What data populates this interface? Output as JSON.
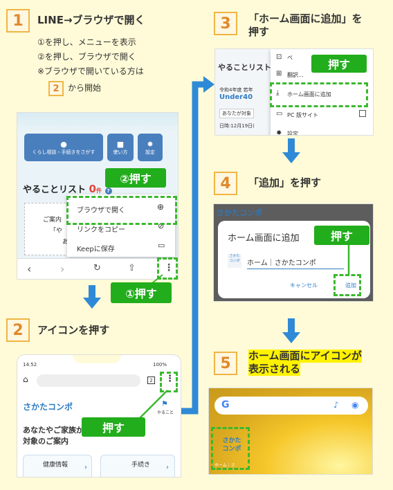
{
  "step1": {
    "num": "1",
    "title": "LINE→ブラウザで開く",
    "line1": "①を押し、メニューを表示",
    "line2": "②を押し、ブラウザで開く",
    "line3": "※ブラウザで開いている方は",
    "ref_num": "2",
    "line4": "から開始",
    "screen": {
      "tile1": "くらし相談・手続きをさがす",
      "tile2": "使い方",
      "tile3": "設定",
      "list_title": "やることリスト",
      "list_count": "0",
      "list_unit": "件",
      "menu_open_browser": "ブラウザで開く",
      "menu_copy_link": "リンクをコピー",
      "menu_keep": "Keepに保存",
      "bg_text1": "ご案内",
      "bg_text2": "「や",
      "bg_text3": "あ"
    },
    "label_push2": "②押す",
    "label_push1": "①押す"
  },
  "step2": {
    "num": "2",
    "title": "アイコンを押す",
    "screen": {
      "status_time": "14:52",
      "battery": "100%",
      "tab_count": "2",
      "logo": "さかたコンポ",
      "side_label": "やること",
      "text1": "あなたやご家族が",
      "text2": "対象のご案内",
      "tab_health": "健康情報",
      "tab_procedure": "手続き"
    },
    "label_push": "押す"
  },
  "step3": {
    "num": "3",
    "title_line1": "「ホーム画面に追加」を",
    "title_line2": "押す",
    "screen": {
      "list_title": "やることリスト",
      "menu_page": "ペ",
      "menu_translate": "翻訳...",
      "menu_add_home": "ホーム画面に追加",
      "menu_pc_site": "PC 版サイト",
      "menu_settings": "設定",
      "bg_line1": "令和4年度 若年",
      "bg_line2": "Under40",
      "bg_line3": "あなたが対象",
      "bg_line4": "日時:12月19日("
    },
    "label_push": "押す"
  },
  "step4": {
    "num": "4",
    "title": "「追加」を押す",
    "screen": {
      "logo": "さかたコンポ",
      "dialog_title": "ホーム画面に追加",
      "field_value": "ホーム｜さかたコンポ",
      "cancel": "キャンセル",
      "add": "追加"
    },
    "label_push": "押す"
  },
  "step5": {
    "num": "5",
    "title_line1": "ホーム画面にアイコンが",
    "title_line2": "表示される",
    "screen": {
      "icon_text1": "さかた",
      "icon_text2": "コンポ",
      "icon_caption": "ホーム｜さ"
    }
  },
  "colors": {
    "green": "#22ad1c",
    "dash_green": "#3ab82e",
    "blue_arrow": "#2e8ad6",
    "num_border": "#f0b545",
    "num_text": "#e0892c",
    "highlight": "#fff200",
    "background": "#fffbd8"
  }
}
